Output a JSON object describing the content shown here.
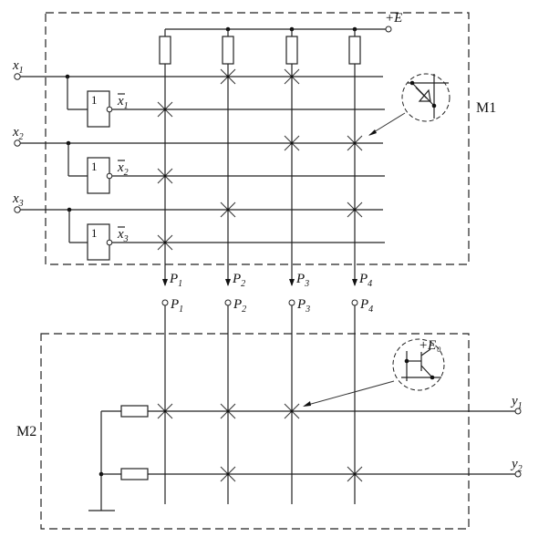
{
  "matrix_m1": {
    "label": "M1",
    "supply_label": "+E",
    "inputs": [
      {
        "name": "x",
        "sub": "1",
        "inverted_name": "x",
        "inverted_sub": "1"
      },
      {
        "name": "x",
        "sub": "2",
        "inverted_name": "x",
        "inverted_sub": "2"
      },
      {
        "name": "x",
        "sub": "3",
        "inverted_name": "x",
        "inverted_sub": "3"
      }
    ],
    "gate_label": "1",
    "connections": [
      [
        0,
        1,
        1,
        0
      ],
      [
        1,
        0,
        0,
        0
      ],
      [
        0,
        0,
        1,
        1
      ],
      [
        1,
        0,
        0,
        0
      ],
      [
        0,
        1,
        0,
        1
      ],
      [
        1,
        0,
        0,
        0
      ]
    ],
    "inset_element": "diode"
  },
  "products": [
    {
      "name": "P",
      "sub": "1"
    },
    {
      "name": "P",
      "sub": "2"
    },
    {
      "name": "P",
      "sub": "3"
    },
    {
      "name": "P",
      "sub": "4"
    }
  ],
  "matrix_m2": {
    "label": "M2",
    "supply_label": "+E",
    "supply_sub": "0",
    "outputs": [
      {
        "name": "y",
        "sub": "1"
      },
      {
        "name": "y",
        "sub": "2"
      }
    ],
    "connections": [
      [
        1,
        1,
        1,
        0
      ],
      [
        0,
        1,
        0,
        1
      ]
    ],
    "inset_element": "transistor"
  }
}
